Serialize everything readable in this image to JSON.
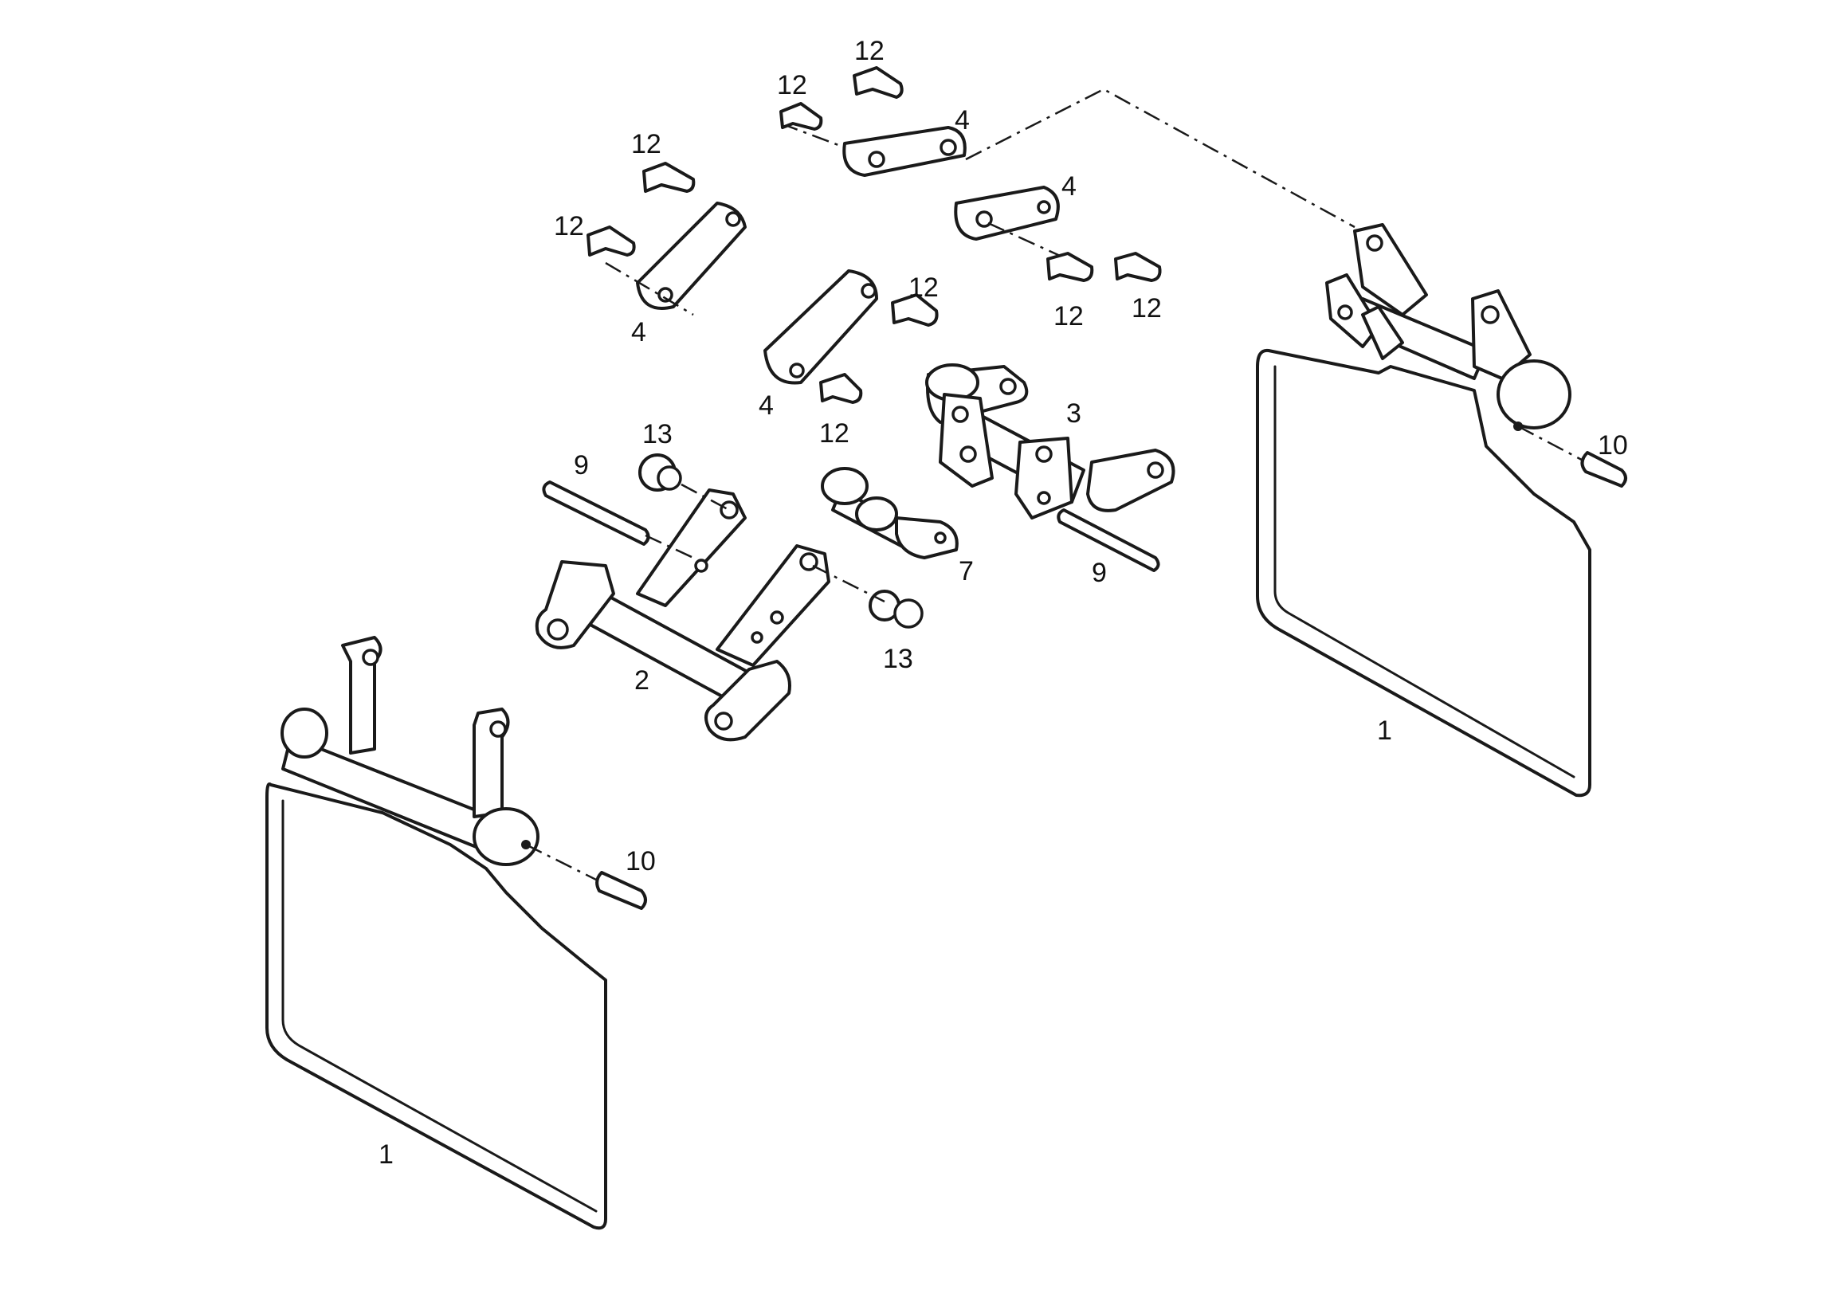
{
  "callouts": {
    "c1_left": "1",
    "c1_right": "1",
    "c2": "2",
    "c3": "3",
    "c4_top": "4",
    "c4_mid": "4",
    "c4_left": "4",
    "c4_center": "4",
    "c7": "7",
    "c9_left": "9",
    "c9_right": "9",
    "c10_left": "10",
    "c10_right": "10",
    "c12_a": "12",
    "c12_b": "12",
    "c12_c": "12",
    "c12_d": "12",
    "c12_e": "12",
    "c12_f": "12",
    "c12_g": "12",
    "c12_h": "12",
    "c13_top": "13",
    "c13_bottom": "13"
  }
}
